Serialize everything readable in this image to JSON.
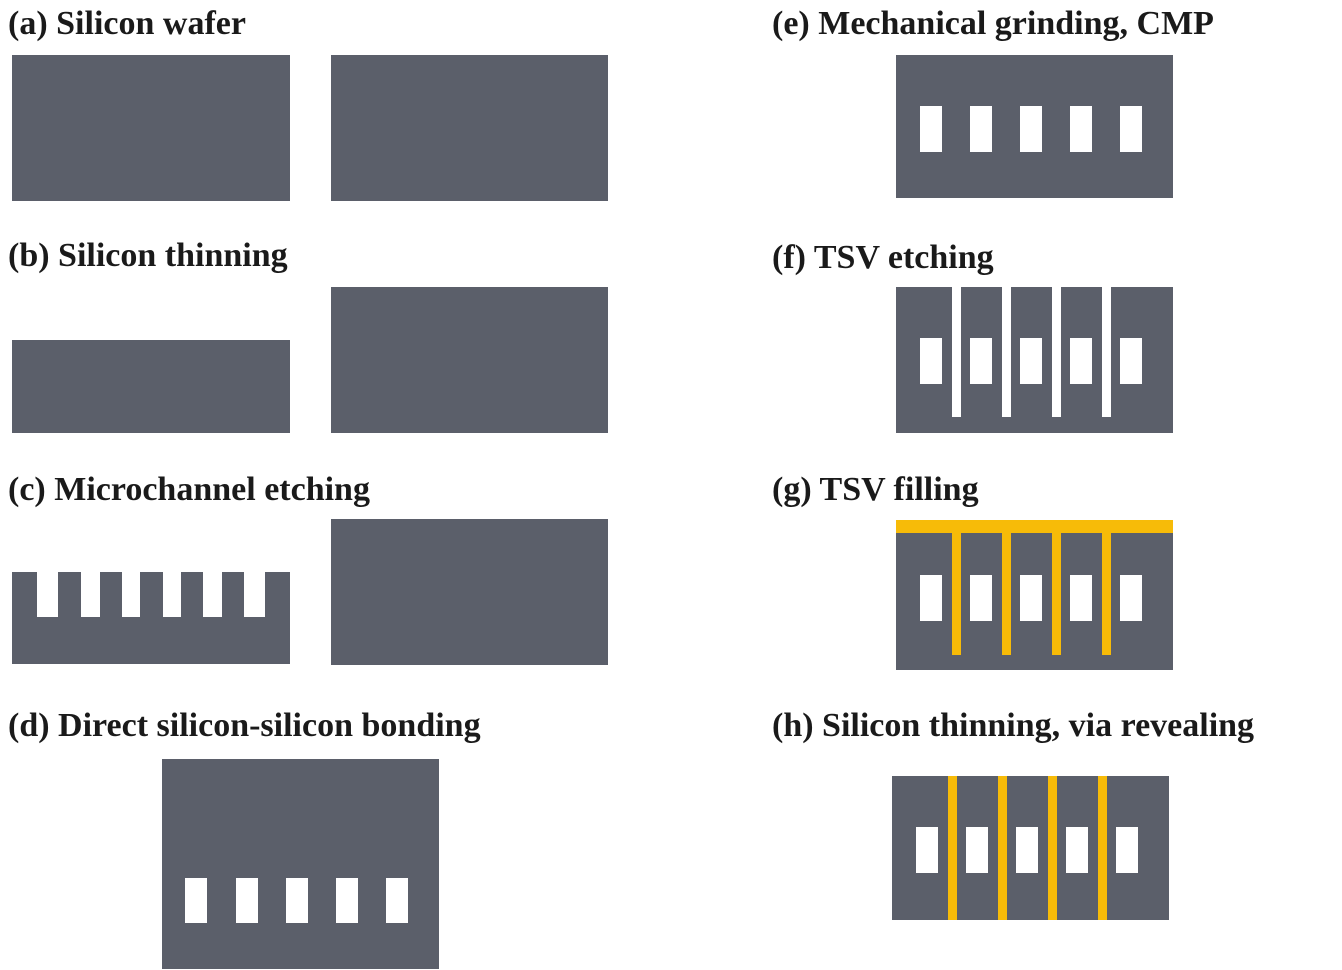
{
  "steps": [
    {
      "id": "a",
      "label": "(a) Silicon wafer"
    },
    {
      "id": "b",
      "label": "(b) Silicon thinning"
    },
    {
      "id": "c",
      "label": "(c) Microchannel etching"
    },
    {
      "id": "d",
      "label": "(d) Direct silicon-silicon bonding"
    },
    {
      "id": "e",
      "label": "(e) Mechanical grinding, CMP"
    },
    {
      "id": "f",
      "label": "(f) TSV etching"
    },
    {
      "id": "g",
      "label": "(g) TSV filling"
    },
    {
      "id": "h",
      "label": "(h) Silicon thinning, via revealing"
    }
  ],
  "colors": {
    "silicon": "#5b5f6a",
    "cavity": "#ffffff",
    "copper": "#f7bb08"
  }
}
